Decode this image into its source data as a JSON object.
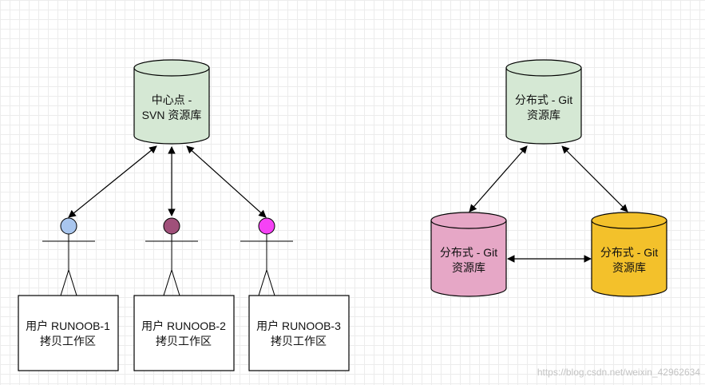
{
  "svn": {
    "repo_line1": "中心点 -",
    "repo_line2": "SVN 资源库",
    "repo_color": "#d5e8d4",
    "users": [
      {
        "line1": "用户 RUNOOB-1",
        "line2": "拷贝工作区",
        "head_color": "#a9c6ee"
      },
      {
        "line1": "用户 RUNOOB-2",
        "line2": "拷贝工作区",
        "head_color": "#a0507a"
      },
      {
        "line1": "用户 RUNOOB-3",
        "line2": "拷贝工作区",
        "head_color": "#f542f5"
      }
    ]
  },
  "git": {
    "repos": [
      {
        "line1": "分布式 - Git",
        "line2": "资源库",
        "color": "#d5e8d4"
      },
      {
        "line1": "分布式 - Git",
        "line2": "资源库",
        "color": "#e6a7c6"
      },
      {
        "line1": "分布式 - Git",
        "line2": "资源库",
        "color": "#f3c12b"
      }
    ]
  },
  "watermark": "https://blog.csdn.net/weixin_42962634"
}
